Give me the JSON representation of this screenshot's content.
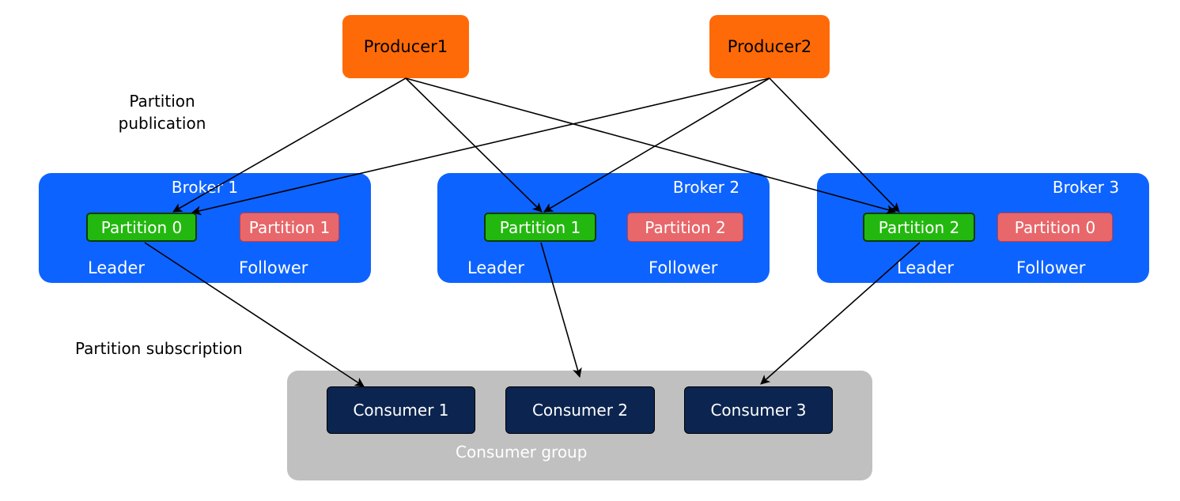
{
  "producers": [
    {
      "label": "Producer1"
    },
    {
      "label": "Producer2"
    }
  ],
  "annotations": {
    "publication_line1": "Partition",
    "publication_line2": "publication",
    "subscription": "Partition subscription"
  },
  "brokers": [
    {
      "title": "Broker 1",
      "leader_partition": "Partition 0",
      "follower_partition": "Partition 1",
      "leader_label": "Leader",
      "follower_label": "Follower"
    },
    {
      "title": "Broker 2",
      "leader_partition": "Partition 1",
      "follower_partition": "Partition 2",
      "leader_label": "Leader",
      "follower_label": "Follower"
    },
    {
      "title": "Broker 3",
      "leader_partition": "Partition 2",
      "follower_partition": "Partition 0",
      "leader_label": "Leader",
      "follower_label": "Follower"
    }
  ],
  "consumer_group": {
    "label": "Consumer group",
    "consumers": [
      {
        "label": "Consumer 1"
      },
      {
        "label": "Consumer 2"
      },
      {
        "label": "Consumer 3"
      }
    ]
  },
  "colors": {
    "producer": "#ff6a08",
    "broker": "#0d63ff",
    "leader": "#23b80f",
    "follower": "#e8676a",
    "consumer": "#0c2550",
    "group": "#c0c0c0"
  }
}
